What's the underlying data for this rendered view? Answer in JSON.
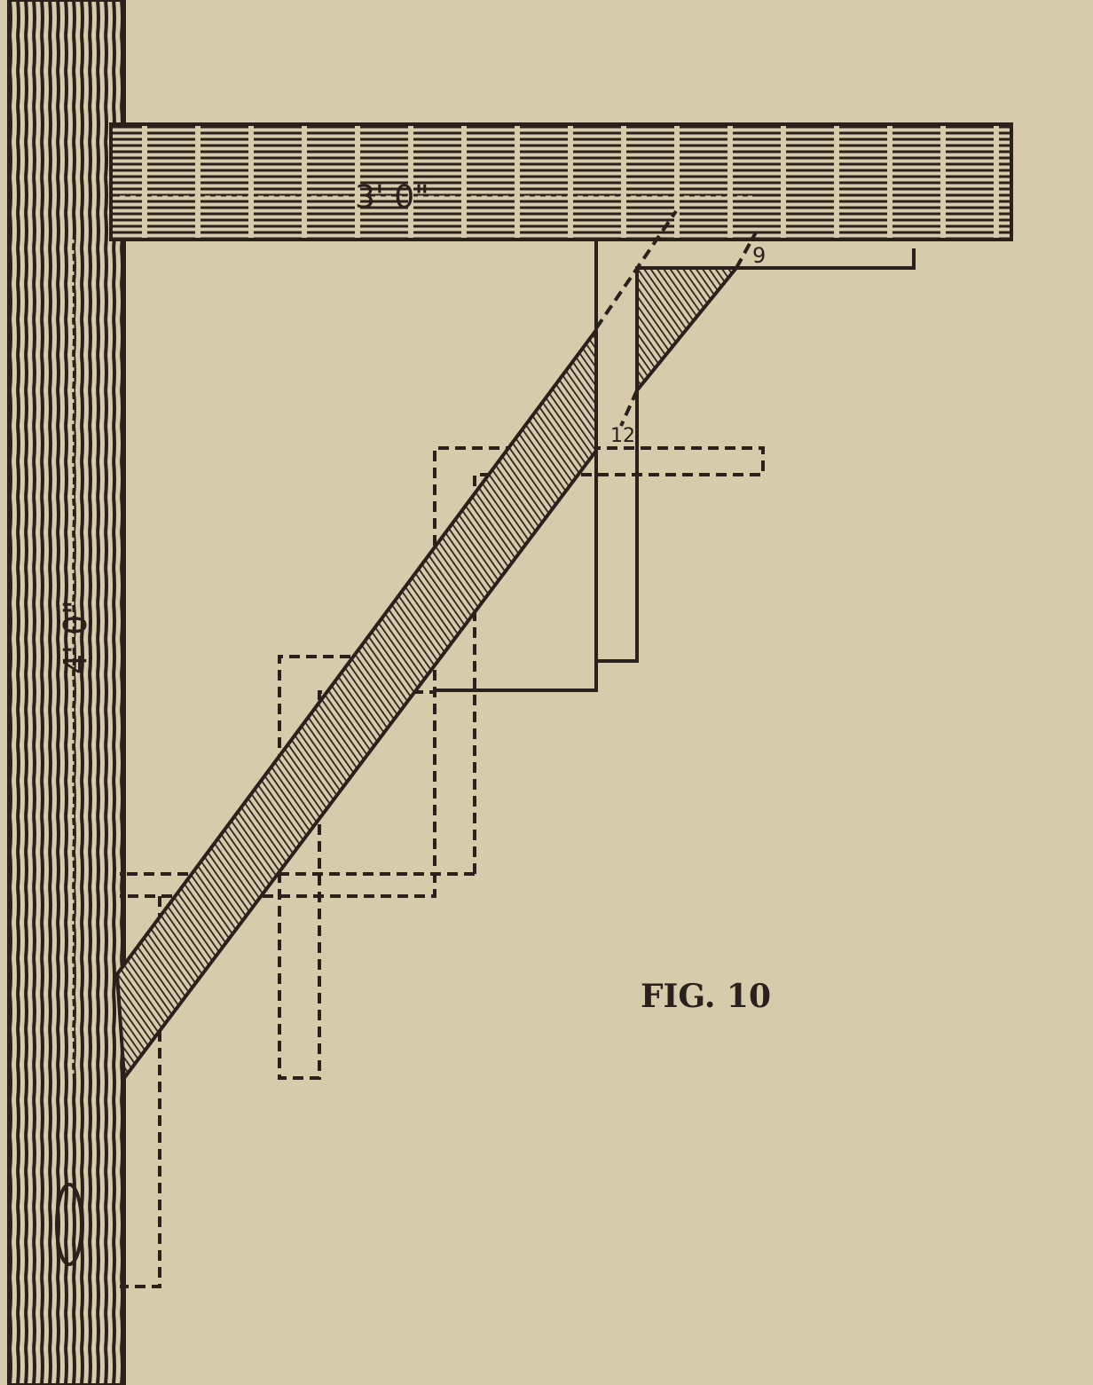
{
  "figure": {
    "caption": "FIG. 10",
    "beam_length_label": "3' 0\"",
    "post_height_label": "4' 0\"",
    "square_rise_label": "9",
    "square_run_label": "12"
  },
  "colors": {
    "paper": "#d6ccac",
    "ink": "#2a201c"
  }
}
